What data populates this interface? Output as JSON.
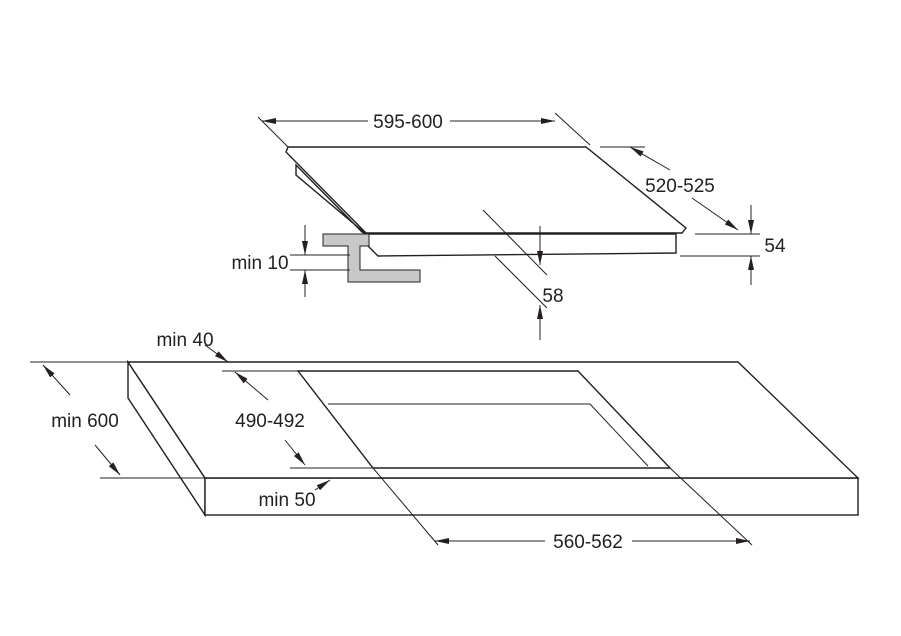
{
  "dimensions": {
    "hob_width": "595-600",
    "hob_depth": "520-525",
    "hob_height": "54",
    "bracket_clearance": "min 10",
    "built_in_depth": "58",
    "rear_margin": "min 40",
    "worktop_depth": "min 600",
    "cutout_depth": "490-492",
    "front_margin": "min 50",
    "cutout_width": "560-562"
  },
  "colors": {
    "line": "#231f20",
    "bracket": "#c8c8c8"
  }
}
